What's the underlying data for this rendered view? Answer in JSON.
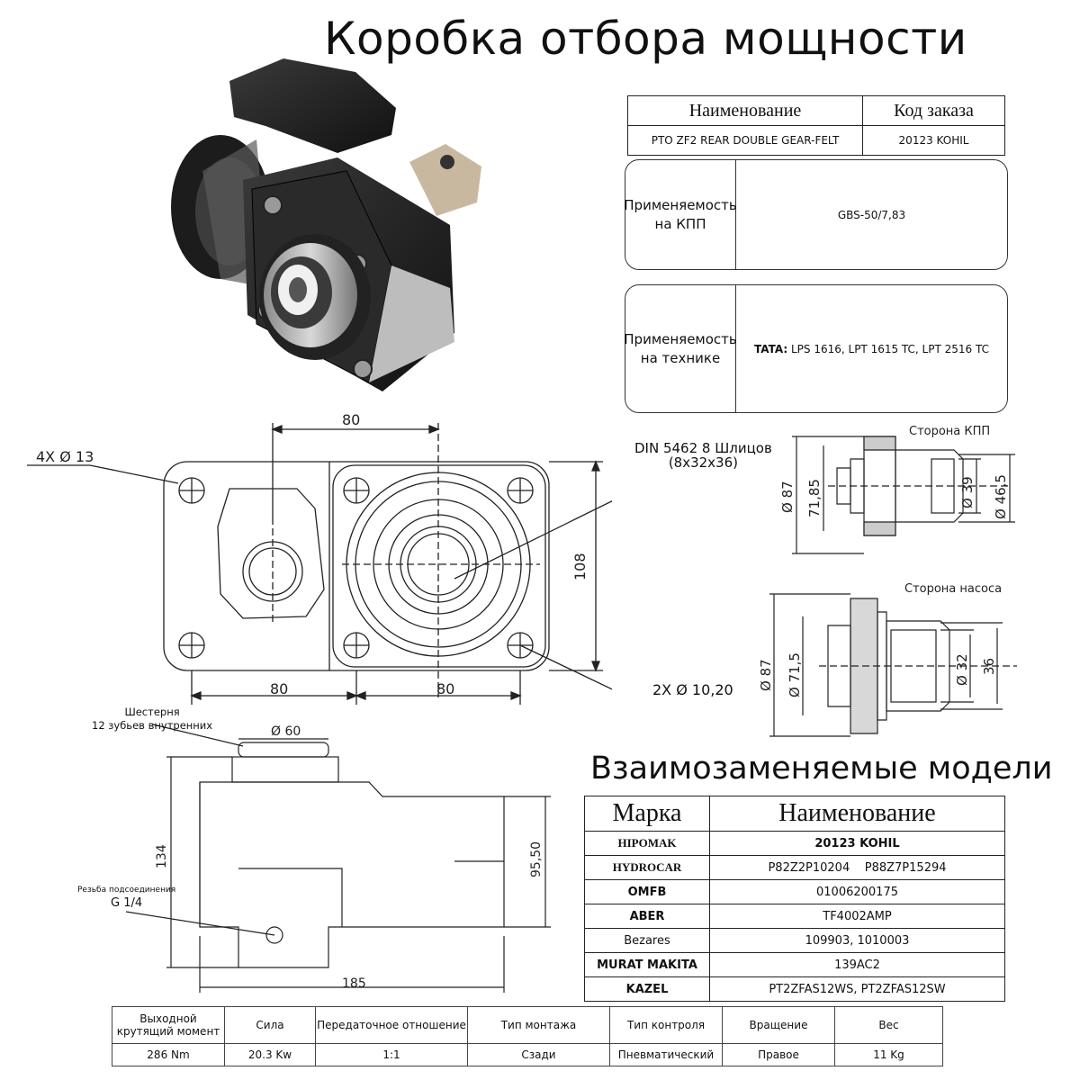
{
  "title": "Коробка отбора мощности",
  "order_table": {
    "header_name": "Наименование",
    "header_code": "Код заказа",
    "name": "PTO ZF2 REAR DOUBLE GEAR-FELT",
    "code": "20123 KOHIL"
  },
  "gearbox_applicability": {
    "label_line1": "Применяемость",
    "label_line2": "на КПП",
    "value": "GBS-50/7,83"
  },
  "vehicle_applicability": {
    "label_line1": "Применяемость",
    "label_line2": "на технике",
    "brand": "TATA:",
    "models": "LPS 1616, LPT 1615 TC, LPT 2516 TC"
  },
  "front_view": {
    "dim_top": "80",
    "dim_bottom_left": "80",
    "dim_bottom_right": "80",
    "dim_height": "108",
    "holes_large": "4X Ø 13",
    "holes_small": "2X Ø 10,20",
    "spline_line1": "DIN 5462 8 Шлицов",
    "spline_line2": "(8x32x36)"
  },
  "gearbox_side": {
    "label": "Сторона КПП",
    "d87": "Ø 87",
    "d7185": "71,85",
    "d39": "Ø 39",
    "d465": "Ø 46,5"
  },
  "pump_side": {
    "label": "Сторона насоса",
    "d87": "Ø 87",
    "d715": "Ø 71,5",
    "d32": "Ø 32",
    "d36": "36"
  },
  "side_view": {
    "gear_line1": "Шестерня",
    "gear_line2": "12 зубьев внутренних",
    "d60": "Ø 60",
    "h134": "134",
    "h9550": "95,50",
    "w185": "185",
    "thread_label": "Резьба подсоединения",
    "thread_value": "G 1/4"
  },
  "interchangeable": {
    "title": "Взаимозаменяемые модели",
    "header_brand": "Марка",
    "header_name": "Наименование",
    "rows": [
      {
        "brand": "HIPOMAK",
        "name": "20123 KOHIL"
      },
      {
        "brand": "HYDROCAR",
        "name": "P82Z2P10204    P88Z7P15294"
      },
      {
        "brand": "OMFB",
        "name": "01006200175"
      },
      {
        "brand": "ABER",
        "name": "TF4002AMP"
      },
      {
        "brand": "Bezares",
        "name": "109903, 1010003"
      },
      {
        "brand": "MURAT MAKITA",
        "name": "139AC2"
      },
      {
        "brand": "KAZEL",
        "name": "PT2ZFAS12WS, PT2ZFAS12SW"
      }
    ]
  },
  "specs": {
    "headers": [
      "Выходной крутящий момент",
      "Сила",
      "Передаточное отношение",
      "Тип монтажа",
      "Тип контроля",
      "Вращение",
      "Вес"
    ],
    "values": [
      "286 Nm",
      "20.3 Kw",
      "1:1",
      "Сзади",
      "Пневматический",
      "Правое",
      "11 Kg"
    ]
  }
}
